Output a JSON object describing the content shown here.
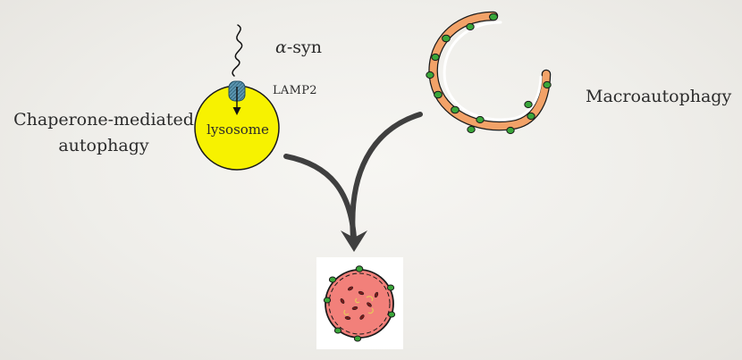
{
  "labels": {
    "cma_line1": "Chaperone-mediated",
    "cma_line2": "autophagy",
    "macro": "Macroautophagy",
    "asyn_prefix": "α",
    "asyn_suffix": "-syn",
    "lamp2": "LAMP2",
    "lysosome": "lysosome"
  },
  "colors": {
    "lysosome_fill": "#f7f200",
    "lamp2_fill": "#5b95b0",
    "arrow": "#3f3f3f",
    "phagophore_orange": "#f2a268",
    "vesicle_green": "#3aa63a",
    "autolysosome_fill": "#f2807a"
  }
}
